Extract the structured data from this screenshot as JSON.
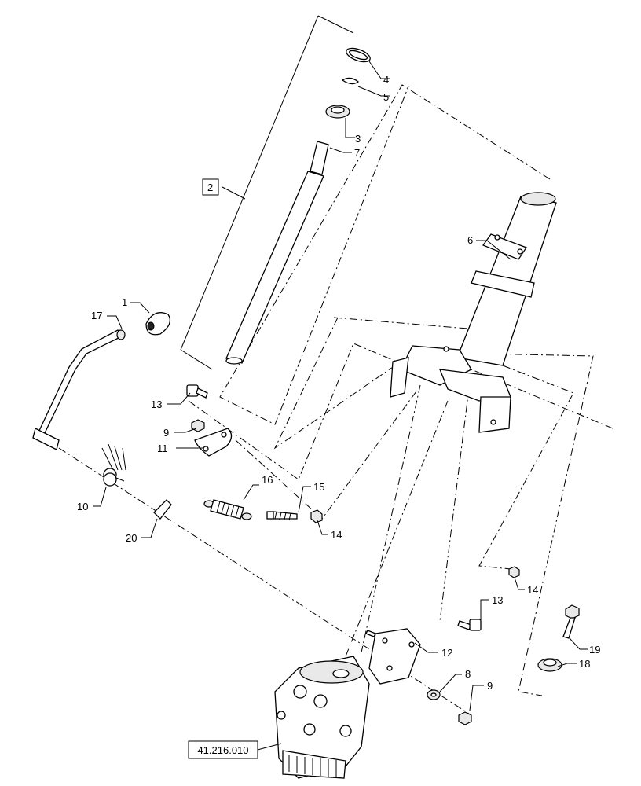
{
  "labels": {
    "l1": "1",
    "l2": "2",
    "l3": "3",
    "l4": "4",
    "l5": "5",
    "l6": "6",
    "l7": "7",
    "l8": "8",
    "l9a": "9",
    "l9b": "9",
    "l10": "10",
    "l11": "11",
    "l12": "12",
    "l13a": "13",
    "l13b": "13",
    "l14a": "14",
    "l14b": "14",
    "l15": "15",
    "l16": "16",
    "l17": "17",
    "l18": "18",
    "l19": "19",
    "l20": "20"
  },
  "reference": "41.216.010"
}
